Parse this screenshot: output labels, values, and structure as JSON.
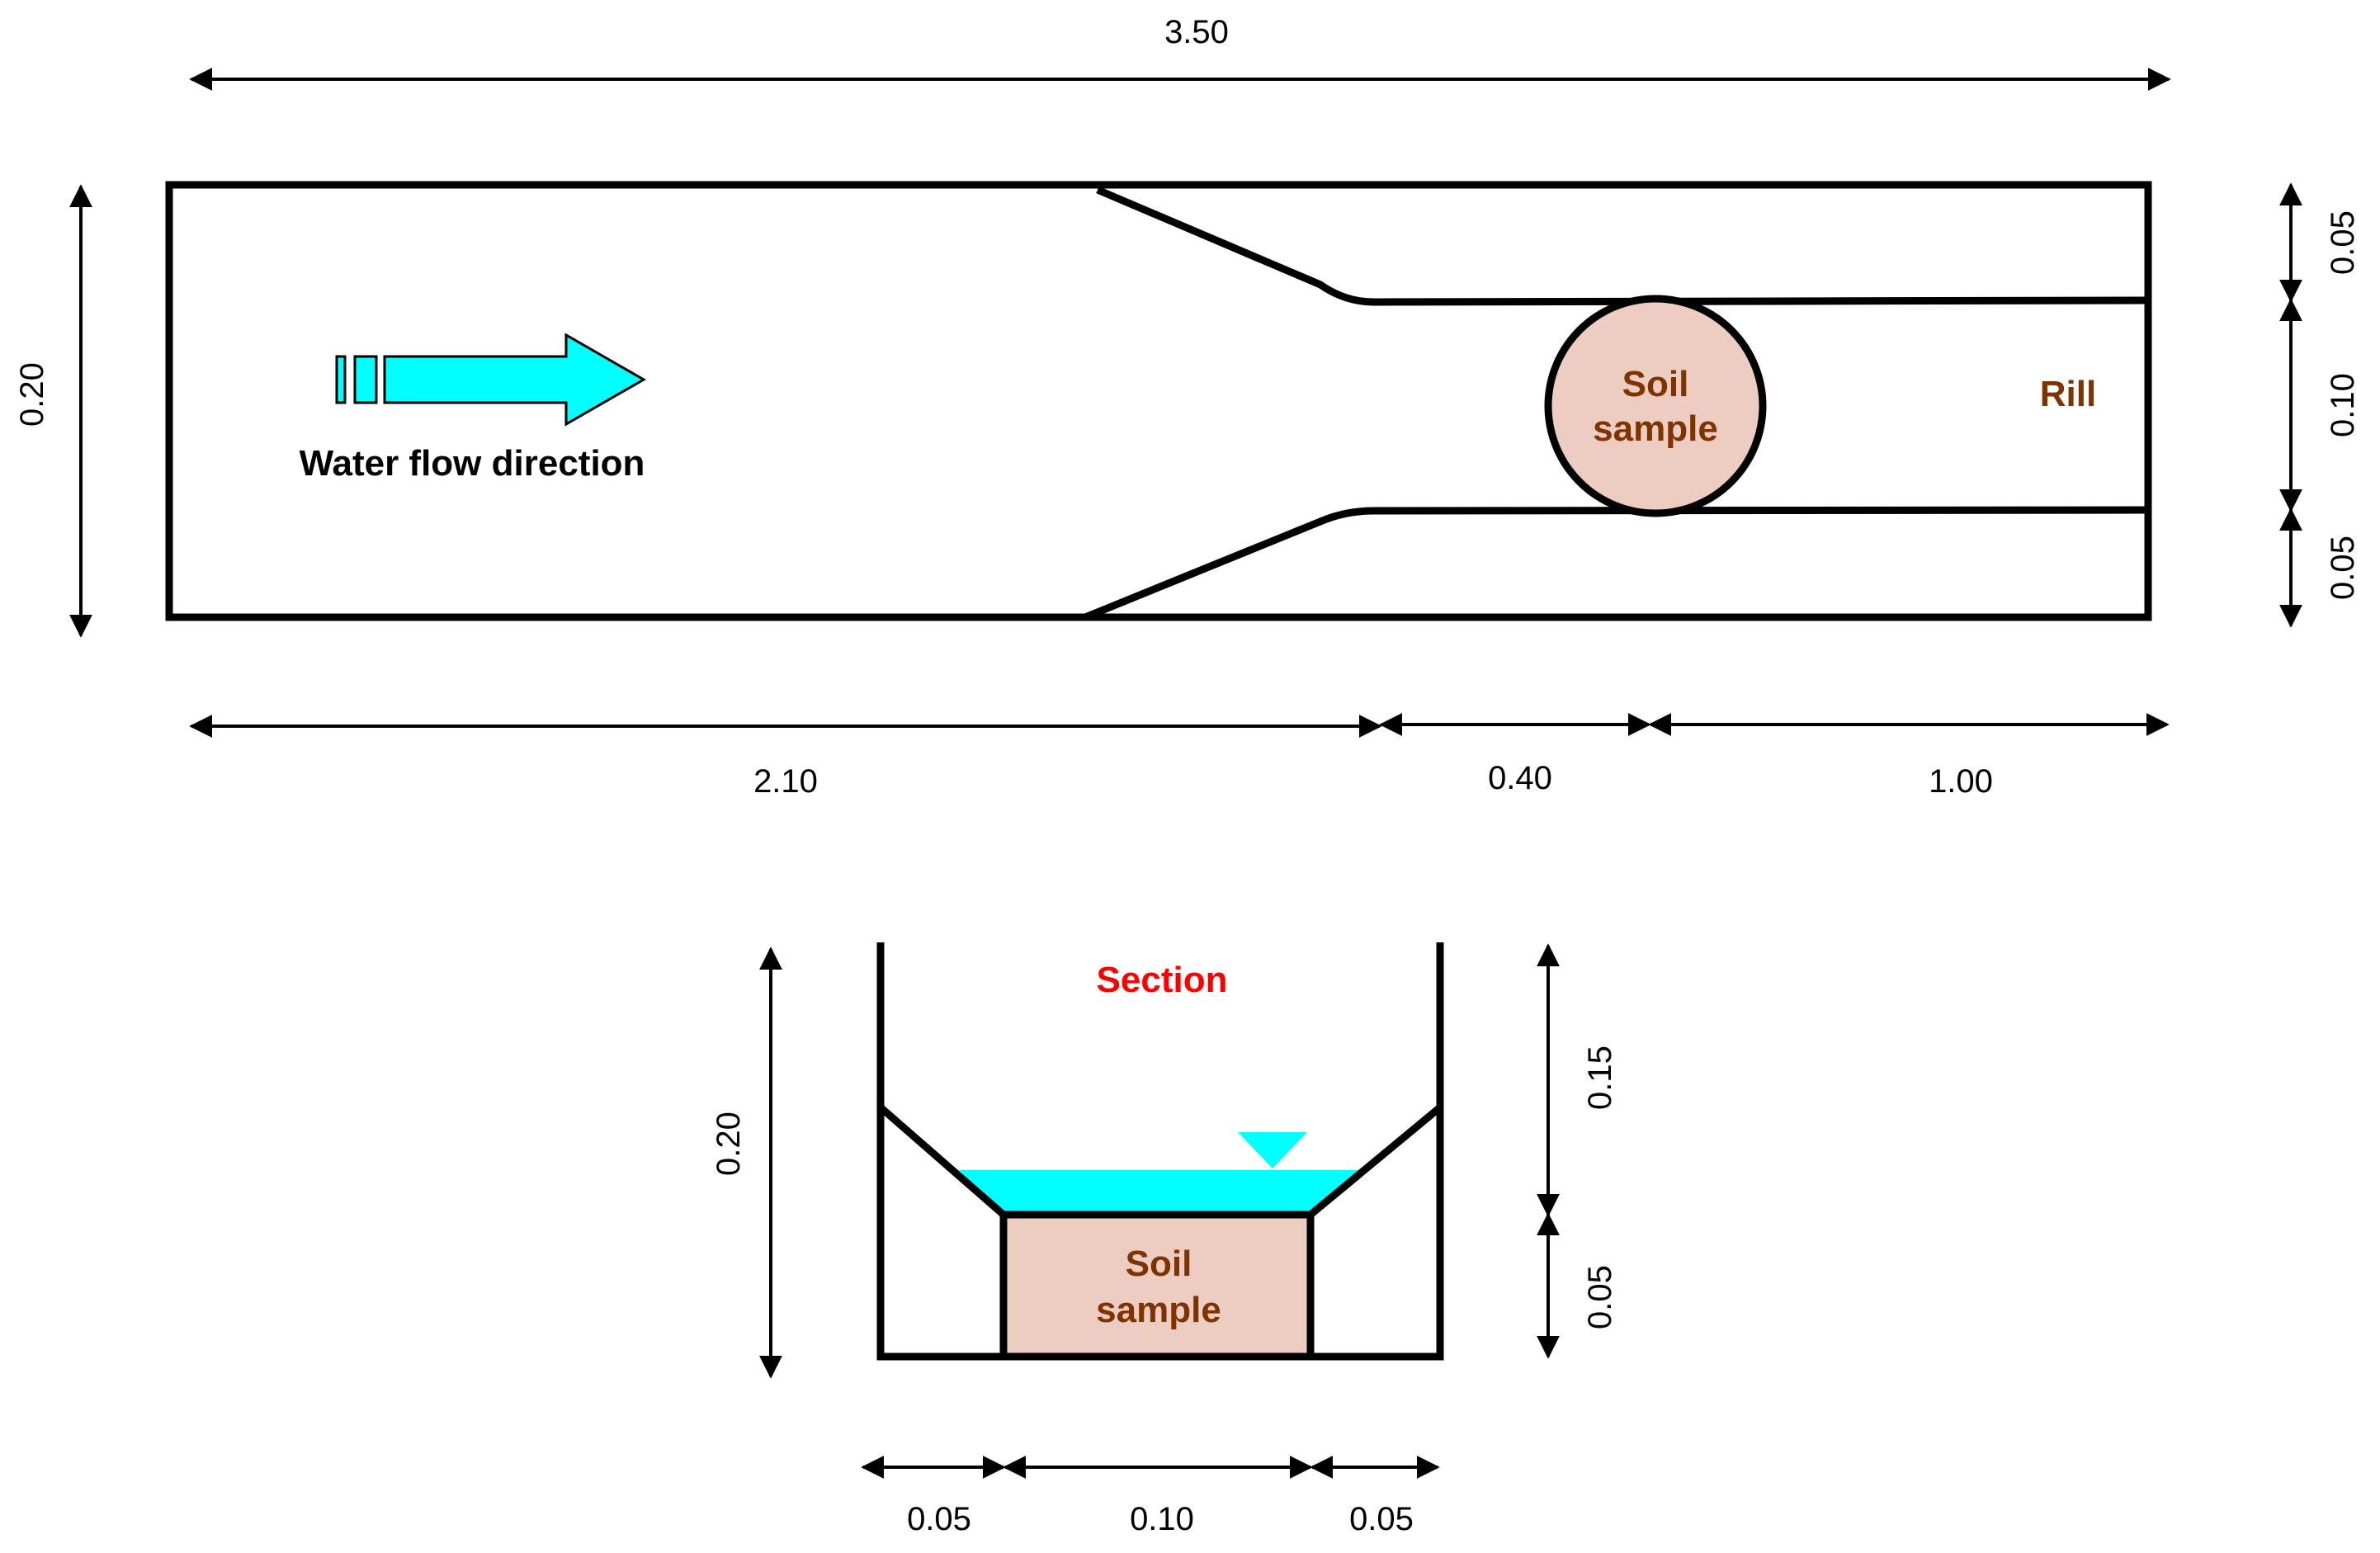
{
  "plan_view": {
    "overall_length": "3.50",
    "overall_width": "0.20",
    "seg_upstream": "2.10",
    "seg_sample": "0.40",
    "seg_rill": "1.00",
    "side_top": "0.05",
    "rill_width": "0.10",
    "side_bottom": "0.05",
    "flow_label": "Water flow direction",
    "sample_label_line1": "Soil",
    "sample_label_line2": "sample",
    "rill_label": "Rill"
  },
  "section_view": {
    "title": "Section",
    "height_total": "0.20",
    "height_upper": "0.15",
    "height_lower": "0.05",
    "width_left": "0.05",
    "width_center": "0.10",
    "width_right": "0.05",
    "sample_label_line1": "Soil",
    "sample_label_line2": "sample"
  },
  "colors": {
    "water": "#00ffff",
    "soil": "#edccc1",
    "soil_text": "#7f3300",
    "section_title": "#ff0000",
    "outline": "#000000"
  }
}
